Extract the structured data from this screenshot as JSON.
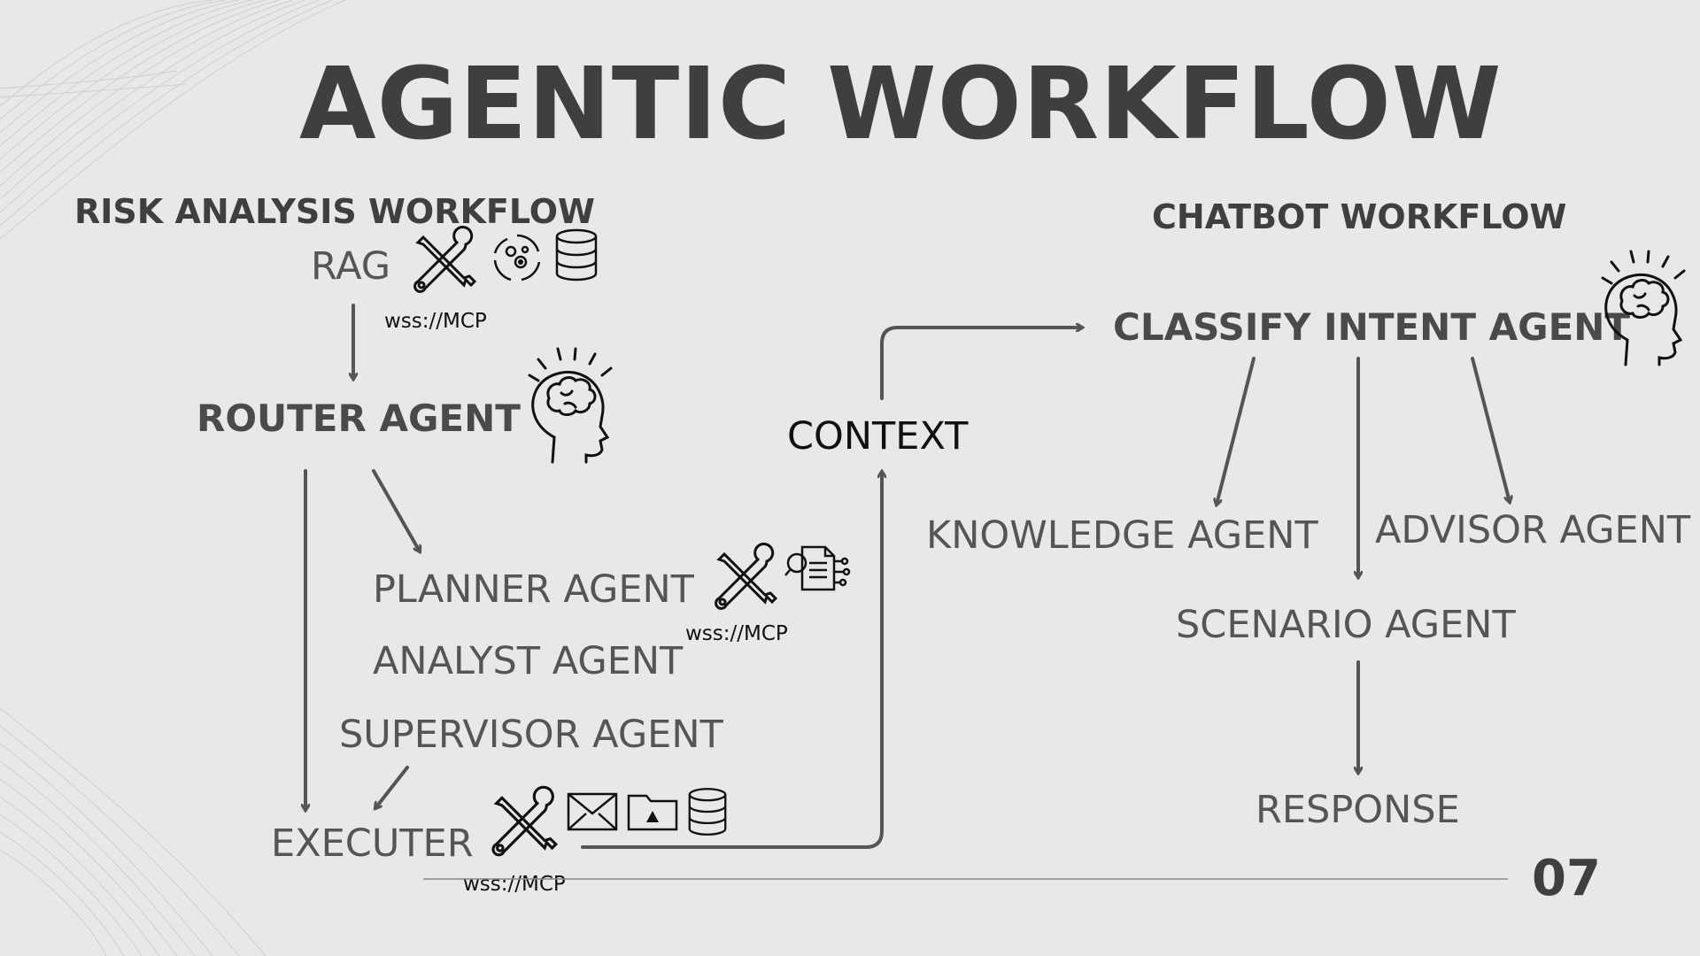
{
  "title": "AGENTIC WORKFLOW",
  "left_section": {
    "heading": "RISK ANALYSIS WORKFLOW",
    "rag": "RAG",
    "mcp_label_1": "wss://MCP",
    "router_agent": "ROUTER AGENT",
    "planner_agent": "PLANNER AGENT",
    "mcp_label_2": "wss://MCP",
    "analyst_agent": "ANALYST AGENT",
    "supervisor_agent": "SUPERVISOR AGENT",
    "executer": "EXECUTER",
    "mcp_label_3": "wss://MCP"
  },
  "context": "CONTEXT",
  "right_section": {
    "heading": "CHATBOT WORKFLOW",
    "classify_intent_agent": "CLASSIFY INTENT AGENT",
    "knowledge_agent": "KNOWLEDGE AGENT",
    "advisor_agent": "ADVISOR AGENT",
    "scenario_agent": "SCENARIO AGENT",
    "response": "RESPONSE"
  },
  "page_number": "07",
  "colors": {
    "background": "#e8e8e8",
    "text": "#4a4a4a",
    "arrow": "#555555",
    "icon": "#111111"
  }
}
